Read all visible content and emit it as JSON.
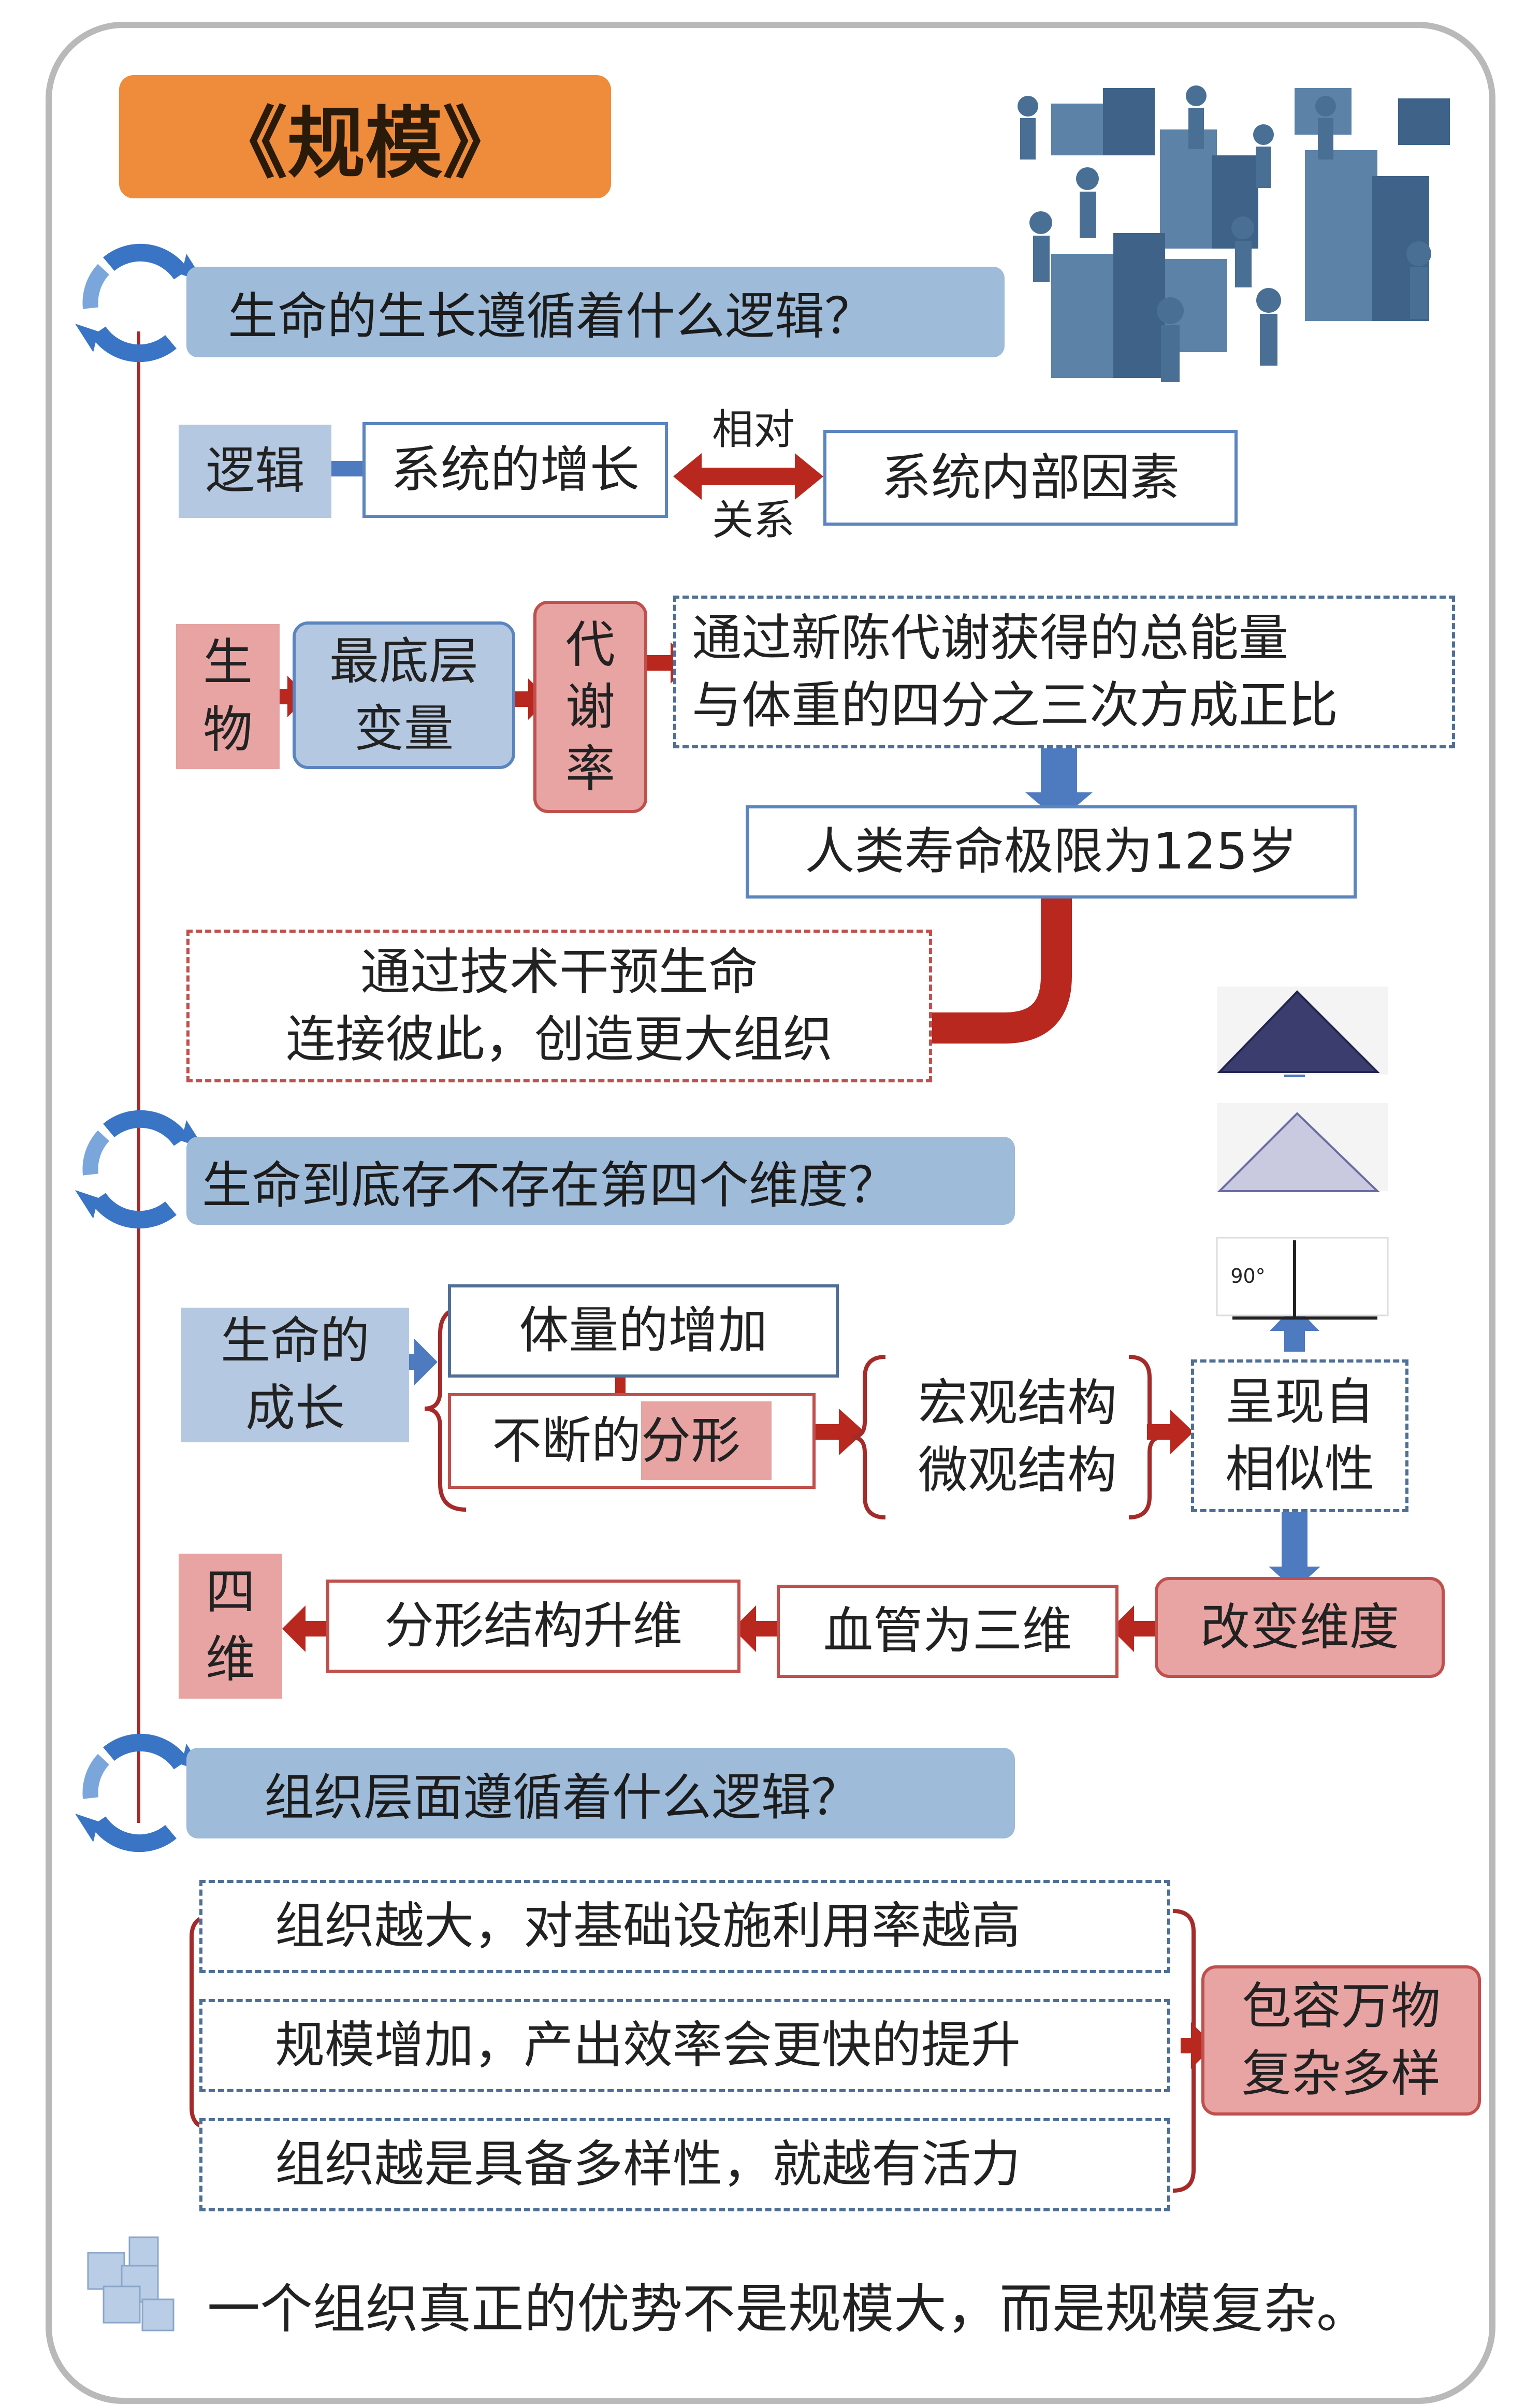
{
  "title": "《规模》",
  "q1": "生命的生长遵循着什么逻辑？",
  "logic": {
    "label": "逻辑",
    "growth": "系统的增长",
    "rel_top": "相对",
    "rel_bottom": "关系",
    "internal": "系统内部因素"
  },
  "bio": {
    "label_1": "生",
    "label_2": "物",
    "var_1": "最底层",
    "var_2": "变量",
    "rate_1": "代",
    "rate_2": "谢",
    "rate_3": "率",
    "energy_1": "通过新陈代谢获得的总能量",
    "energy_2": "与体重的四分之三次方成正比",
    "lifespan": "人类寿命极限为125岁",
    "tech_1": "通过技术干预生命",
    "tech_2": "连接彼此，创造更大组织"
  },
  "q2": "生命到底存不存在第四个维度？",
  "growth": {
    "label_1": "生命的",
    "label_2": "成长",
    "volume": "体量的增加",
    "fractal_prefix": "不断的",
    "fractal_highlight": "分形",
    "macro": "宏观结构",
    "micro": "微观结构",
    "self_1": "呈现自",
    "self_2": "相似性",
    "angle": "90°",
    "change_dim": "改变维度",
    "vessel": "血管为三维",
    "upgrade": "分形结构升维",
    "four_1": "四",
    "four_2": "维"
  },
  "q3": "组织层面遵循着什么逻辑？",
  "org": {
    "item1": "组织越大，对基础设施利用率越高",
    "item2": "规模增加，产出效率会更快的提升",
    "item3": "组织越是具备多样性，就越有活力",
    "result_1": "包容万物",
    "result_2": "复杂多样"
  },
  "conclusion": "一个组织真正的优势不是规模大，而是规模复杂。",
  "colors": {
    "orange": "#ef8c3b",
    "blue_bar": "#9ebbd9",
    "blue_arrow": "#4e7bbf",
    "red": "#b8281f",
    "pink": "#e7a4a3"
  }
}
